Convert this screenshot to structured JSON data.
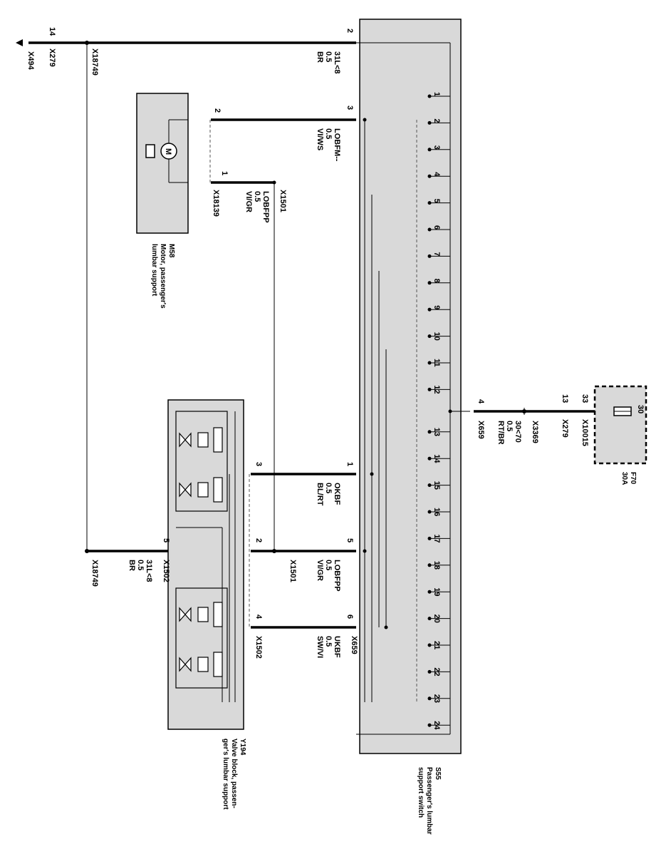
{
  "top_wire": {
    "pin_left": "14",
    "conn_left": "X279",
    "ground": "X494",
    "splice": "X18749",
    "pin_switch": "2",
    "wire_lines": [
      "31L<8",
      "0.5",
      "BR"
    ]
  },
  "motor": {
    "pin_a": "2",
    "pin_b": "1",
    "conn": "X18139",
    "splice_end": "X1501",
    "symbol": "M",
    "wire_a_lines": [
      "LOBFM--",
      "0.5",
      "VI/WS"
    ],
    "pin_switch_a": "3",
    "wire_b_lines": [
      "LOBFPP",
      "0.5",
      "VI/GR"
    ],
    "label_lines": [
      "M58",
      "Motor, passenger's",
      "lumbar support"
    ]
  },
  "switch": {
    "terminals": [
      "1",
      "2",
      "3",
      "4",
      "5",
      "6",
      "7",
      "8",
      "9",
      "10",
      "11",
      "12",
      "13",
      "14",
      "15",
      "16",
      "17",
      "18",
      "19",
      "20",
      "21",
      "22",
      "23",
      "24"
    ],
    "label_lines": [
      "S55",
      "Passenger's lumbar",
      "support switch"
    ]
  },
  "fuse": {
    "pin_switch": "4",
    "conn_switch": "X659",
    "wire_lines": [
      "30<70",
      "0.5",
      "RT/BR"
    ],
    "splice": "X3369",
    "pin_mid": "13",
    "conn_mid": "X279",
    "pin_fuse_in": "33",
    "conn_fuse": "X10015",
    "pin_fuse_out": "30",
    "label_lines": [
      "F70",
      "30A"
    ]
  },
  "valve": {
    "wires": [
      {
        "pin_switch": "1",
        "pin_valve": "3",
        "lines": [
          "OKBF",
          "0.5",
          "BL/RT"
        ]
      },
      {
        "pin_switch": "5",
        "pin_valve": "2",
        "lines": [
          "LOBFPP",
          "0.5",
          "VI/GR"
        ],
        "conn": "X1501"
      },
      {
        "pin_switch": "6",
        "pin_valve": "4",
        "lines": [
          "UKBF",
          "0.5",
          "SW/VI"
        ],
        "conn_switch": "X659",
        "conn_valve": "X1502"
      }
    ],
    "ground": {
      "pin": "5",
      "conn": "X1502",
      "splice": "X18749",
      "lines": [
        "31L<8",
        "0.5",
        "BR"
      ]
    },
    "label_lines": [
      "Y194",
      "Valve block, passen-",
      "ger's lumbar support"
    ]
  }
}
